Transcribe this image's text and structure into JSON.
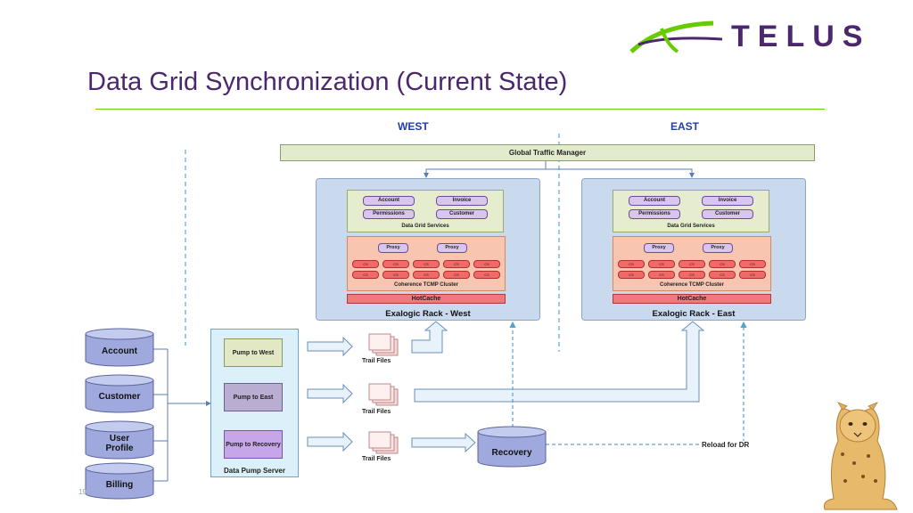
{
  "header": {
    "title": "Data Grid Synchronization (Current State)",
    "logo_text": "TELUS"
  },
  "regions": {
    "west": "WEST",
    "east": "EAST"
  },
  "gtm": {
    "label": "Global Traffic Manager"
  },
  "racks": [
    {
      "name": "Exalogic Rack - West",
      "services": [
        "Account",
        "Invoice",
        "Permissions",
        "Customer"
      ],
      "services_label": "Data Grid Services",
      "proxies": [
        "Proxy",
        "Proxy"
      ],
      "cs_label": "CS",
      "cluster_label": "Coherence TCMP Cluster",
      "hotcache": "HotCache"
    },
    {
      "name": "Exalogic Rack - East",
      "services": [
        "Account",
        "Invoice",
        "Permissions",
        "Customer"
      ],
      "services_label": "Data Grid Services",
      "proxies": [
        "Proxy",
        "Proxy"
      ],
      "cs_label": "CS",
      "cluster_label": "Coherence TCMP Cluster",
      "hotcache": "HotCache"
    }
  ],
  "databases": [
    "Account",
    "Customer",
    "User Profile",
    "Billing"
  ],
  "pump_server": {
    "label": "Data Pump Server",
    "pumps": [
      "Pump to West",
      "Pump to East",
      "Pump to Recovery"
    ]
  },
  "trail_files": [
    "Trail Files",
    "Trail Files",
    "Trail Files"
  ],
  "recovery": {
    "label": "Recovery"
  },
  "reload_label": "Reload for DR",
  "page_number": "19",
  "colors": {
    "title": "#4b286d",
    "accent_green": "#66cc00",
    "region_blue": "#1f3fb0"
  }
}
